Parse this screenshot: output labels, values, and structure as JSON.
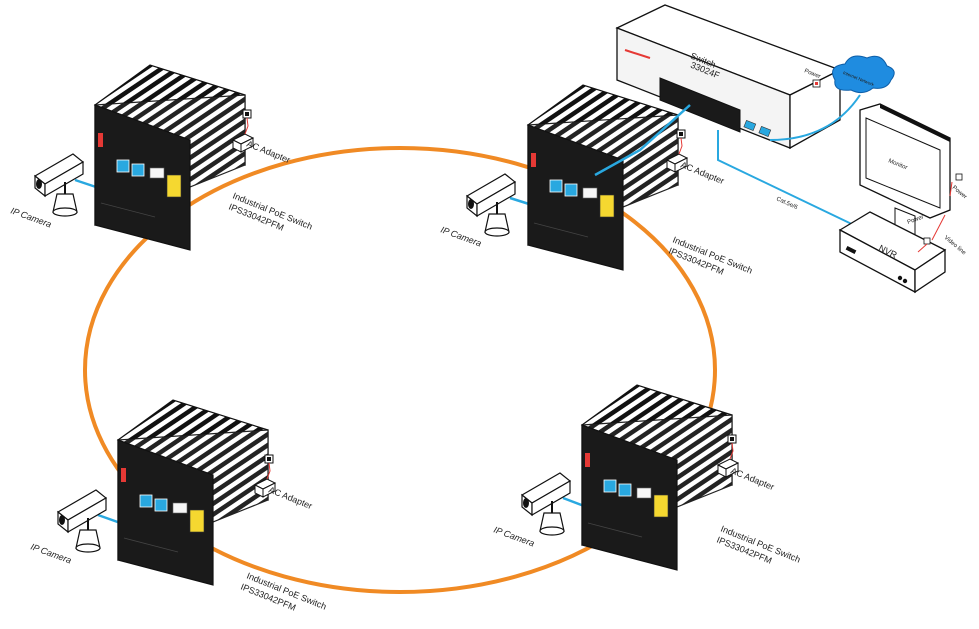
{
  "colors": {
    "ring": "#f08a24",
    "cable_blue": "#29a8e0",
    "power_red": "#e53935",
    "device_dark": "#111111",
    "cloud_blue": "#1f8ce0"
  },
  "ring_switch": {
    "name_line1": "Industrial PoE Switch",
    "name_line2": "IPS33042PFM"
  },
  "camera_label": "IP Camera",
  "adapter_label": "AC Adapter",
  "core_switch": {
    "name": "Switch",
    "model": "33024F",
    "power_label": "Power"
  },
  "cloud_label": "Internet Network",
  "monitor": {
    "label": "Monitor",
    "power_label": "Power"
  },
  "nvr": {
    "label": "NVR",
    "power_label": "Power",
    "video_label": "Video line"
  },
  "cable_label": "Cat.5e/6",
  "icons": [
    "ip-camera-icon",
    "ac-adapter-icon",
    "wall-outlet-icon",
    "cloud-icon",
    "monitor-icon",
    "nvr-icon",
    "switch-icon"
  ]
}
